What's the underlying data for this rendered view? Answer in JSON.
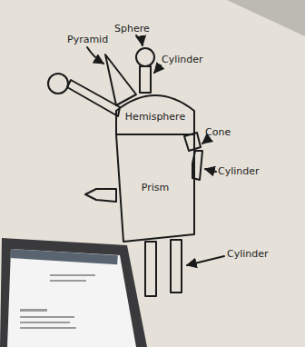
{
  "diagram": {
    "nodes": [
      {
        "text": [
          "Hemisphere"
        ]
      },
      {
        "text": [
          "Prism"
        ]
      }
    ],
    "labels": [
      "Pyramid",
      "Sphere",
      "Cylinder",
      "Cone",
      "Cylinder",
      "Cylinder"
    ]
  }
}
